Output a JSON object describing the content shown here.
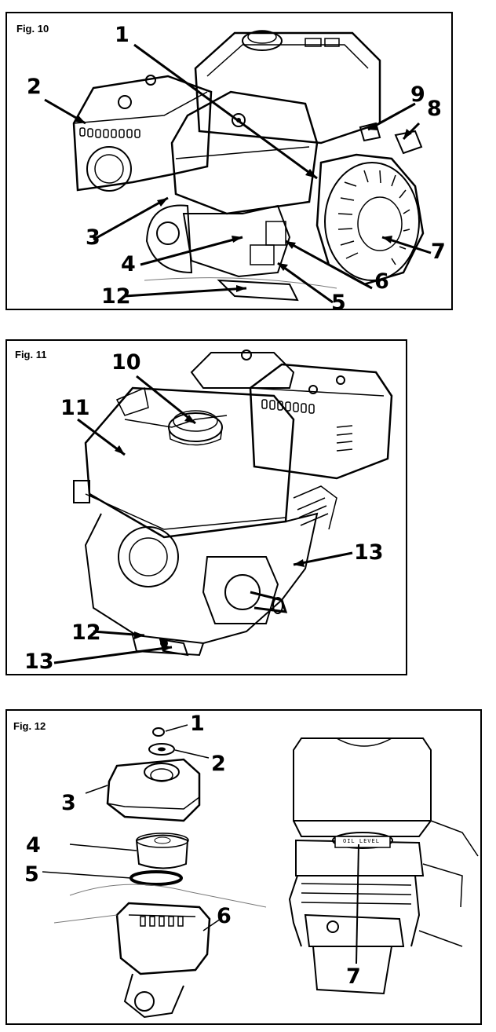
{
  "figures": [
    {
      "title": "Fig. 10",
      "callouts": [
        "1",
        "2",
        "3",
        "4",
        "5",
        "6",
        "7",
        "8",
        "9",
        "12"
      ]
    },
    {
      "title": "Fig. 11",
      "callouts": [
        "10",
        "11",
        "12",
        "13",
        "13"
      ]
    },
    {
      "title": "Fig. 12",
      "callouts": [
        "1",
        "2",
        "3",
        "4",
        "5",
        "6",
        "7"
      ],
      "gauge_text": "OIL LEVEL"
    }
  ]
}
